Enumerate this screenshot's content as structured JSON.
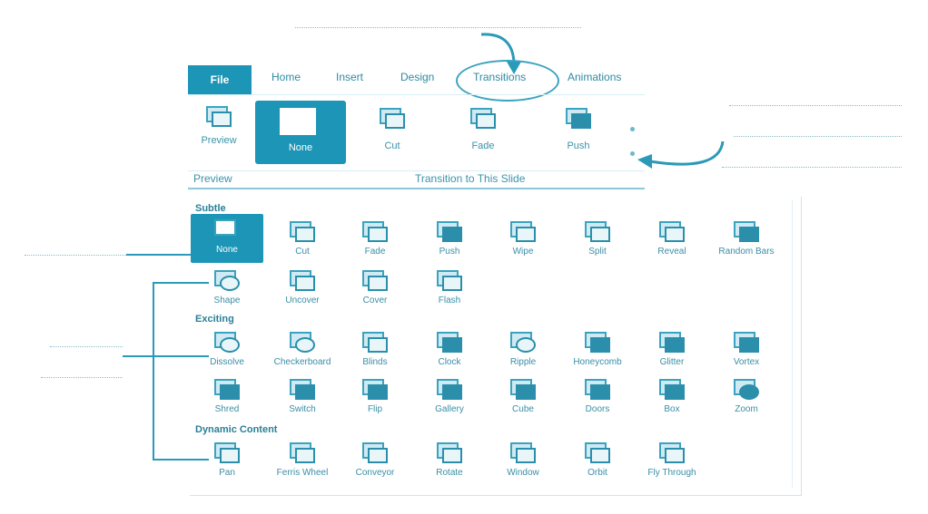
{
  "ribbon": {
    "tabs": [
      "File",
      "Home",
      "Insert",
      "Design",
      "Transitions",
      "Animations"
    ],
    "buttons": [
      {
        "label": "Preview",
        "icon": "preview-icon"
      },
      {
        "label": "None",
        "icon": "none-transition-icon",
        "selected": true
      },
      {
        "label": "Cut",
        "icon": "cut-transition-icon"
      },
      {
        "label": "Fade",
        "icon": "fade-transition-icon"
      },
      {
        "label": "Push",
        "icon": "push-transition-icon"
      }
    ],
    "footer_left": "Preview",
    "footer_center": "Transition to This Slide"
  },
  "gallery": {
    "sections": [
      {
        "title": "Subtle",
        "items": [
          "None",
          "Cut",
          "Fade",
          "Push",
          "Wipe",
          "Split",
          "Reveal",
          "Random Bars",
          "Shape",
          "Uncover",
          "Cover",
          "Flash"
        ]
      },
      {
        "title": "Exciting",
        "items": [
          "Dissolve",
          "Checkerboard",
          "Blinds",
          "Clock",
          "Ripple",
          "Honeycomb",
          "Glitter",
          "Vortex",
          "Shred",
          "Switch",
          "Flip",
          "Gallery",
          "Cube",
          "Doors",
          "Box",
          "Zoom"
        ]
      },
      {
        "title": "Dynamic Content",
        "items": [
          "Pan",
          "Ferris Wheel",
          "Conveyor",
          "Rotate",
          "Window",
          "Orbit",
          "Fly Through"
        ]
      }
    ]
  },
  "colors": {
    "accent": "#1d95b7",
    "line": "#2b9ab8",
    "text": "#2a7f96"
  }
}
